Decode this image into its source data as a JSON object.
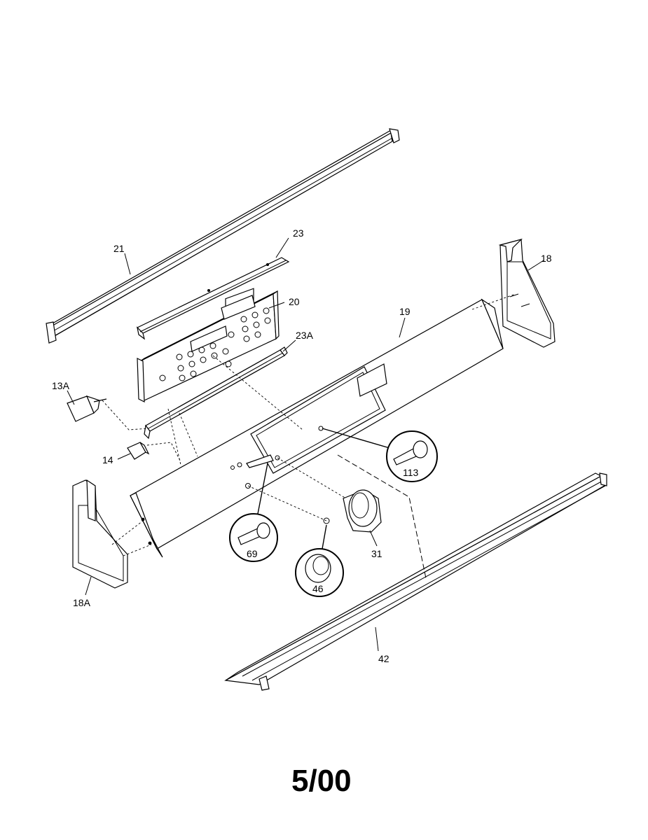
{
  "diagram": {
    "labels": {
      "p21": "21",
      "p23": "23",
      "p20": "20",
      "p23a": "23A",
      "p13a": "13A",
      "p14": "14",
      "p19": "19",
      "p18": "18",
      "p18a": "18A",
      "p113": "113",
      "p69": "69",
      "p46": "46",
      "p31": "31",
      "p42": "42"
    },
    "footer": "5/00"
  }
}
